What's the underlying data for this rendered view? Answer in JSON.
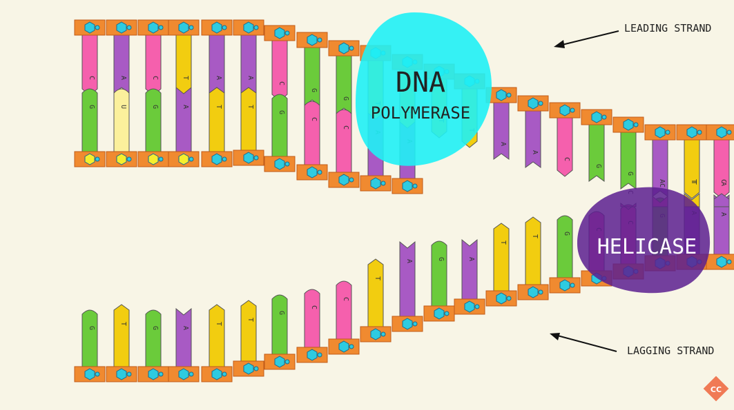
{
  "labels": {
    "leading": "LEADING STRAND",
    "lagging": "LAGGING STRAND",
    "polymerase_line1": "DNA",
    "polymerase_line2": "POLYMERASE",
    "helicase": "HELICASE",
    "logo": "CC"
  },
  "colors": {
    "background": "#f8f5e6",
    "backbone": "#f08a30",
    "sugar": "#2ecbe0",
    "sugar_new": "#f5ef2e",
    "A": "#a85ac4",
    "T": "#f2cd10",
    "G": "#6bcb3b",
    "C": "#f560ad",
    "U": "#fbf09c",
    "polymerase": "#1ff1f5",
    "helicase": "#5c1e8f"
  },
  "strands": {
    "upper_top": [
      "C",
      "A",
      "C",
      "T",
      "A",
      "A",
      "C",
      "G",
      "G",
      "T",
      "T",
      "T",
      "T",
      "A",
      "A",
      "C",
      "G",
      "G",
      "A",
      "T",
      "C"
    ],
    "upper_bottom": [
      "G",
      "U",
      "G",
      "A",
      "T",
      "T",
      "G",
      "C",
      "C",
      "A",
      "A"
    ],
    "lower_bottom": [
      "G",
      "T",
      "G",
      "A",
      "T",
      "T",
      "G",
      "C",
      "C",
      "T",
      "A",
      "G",
      "A",
      "T",
      "T",
      "G",
      "C",
      "C",
      "G",
      "A",
      "A"
    ],
    "lower_top_paired": [
      "C",
      "C",
      "T",
      "A"
    ]
  }
}
